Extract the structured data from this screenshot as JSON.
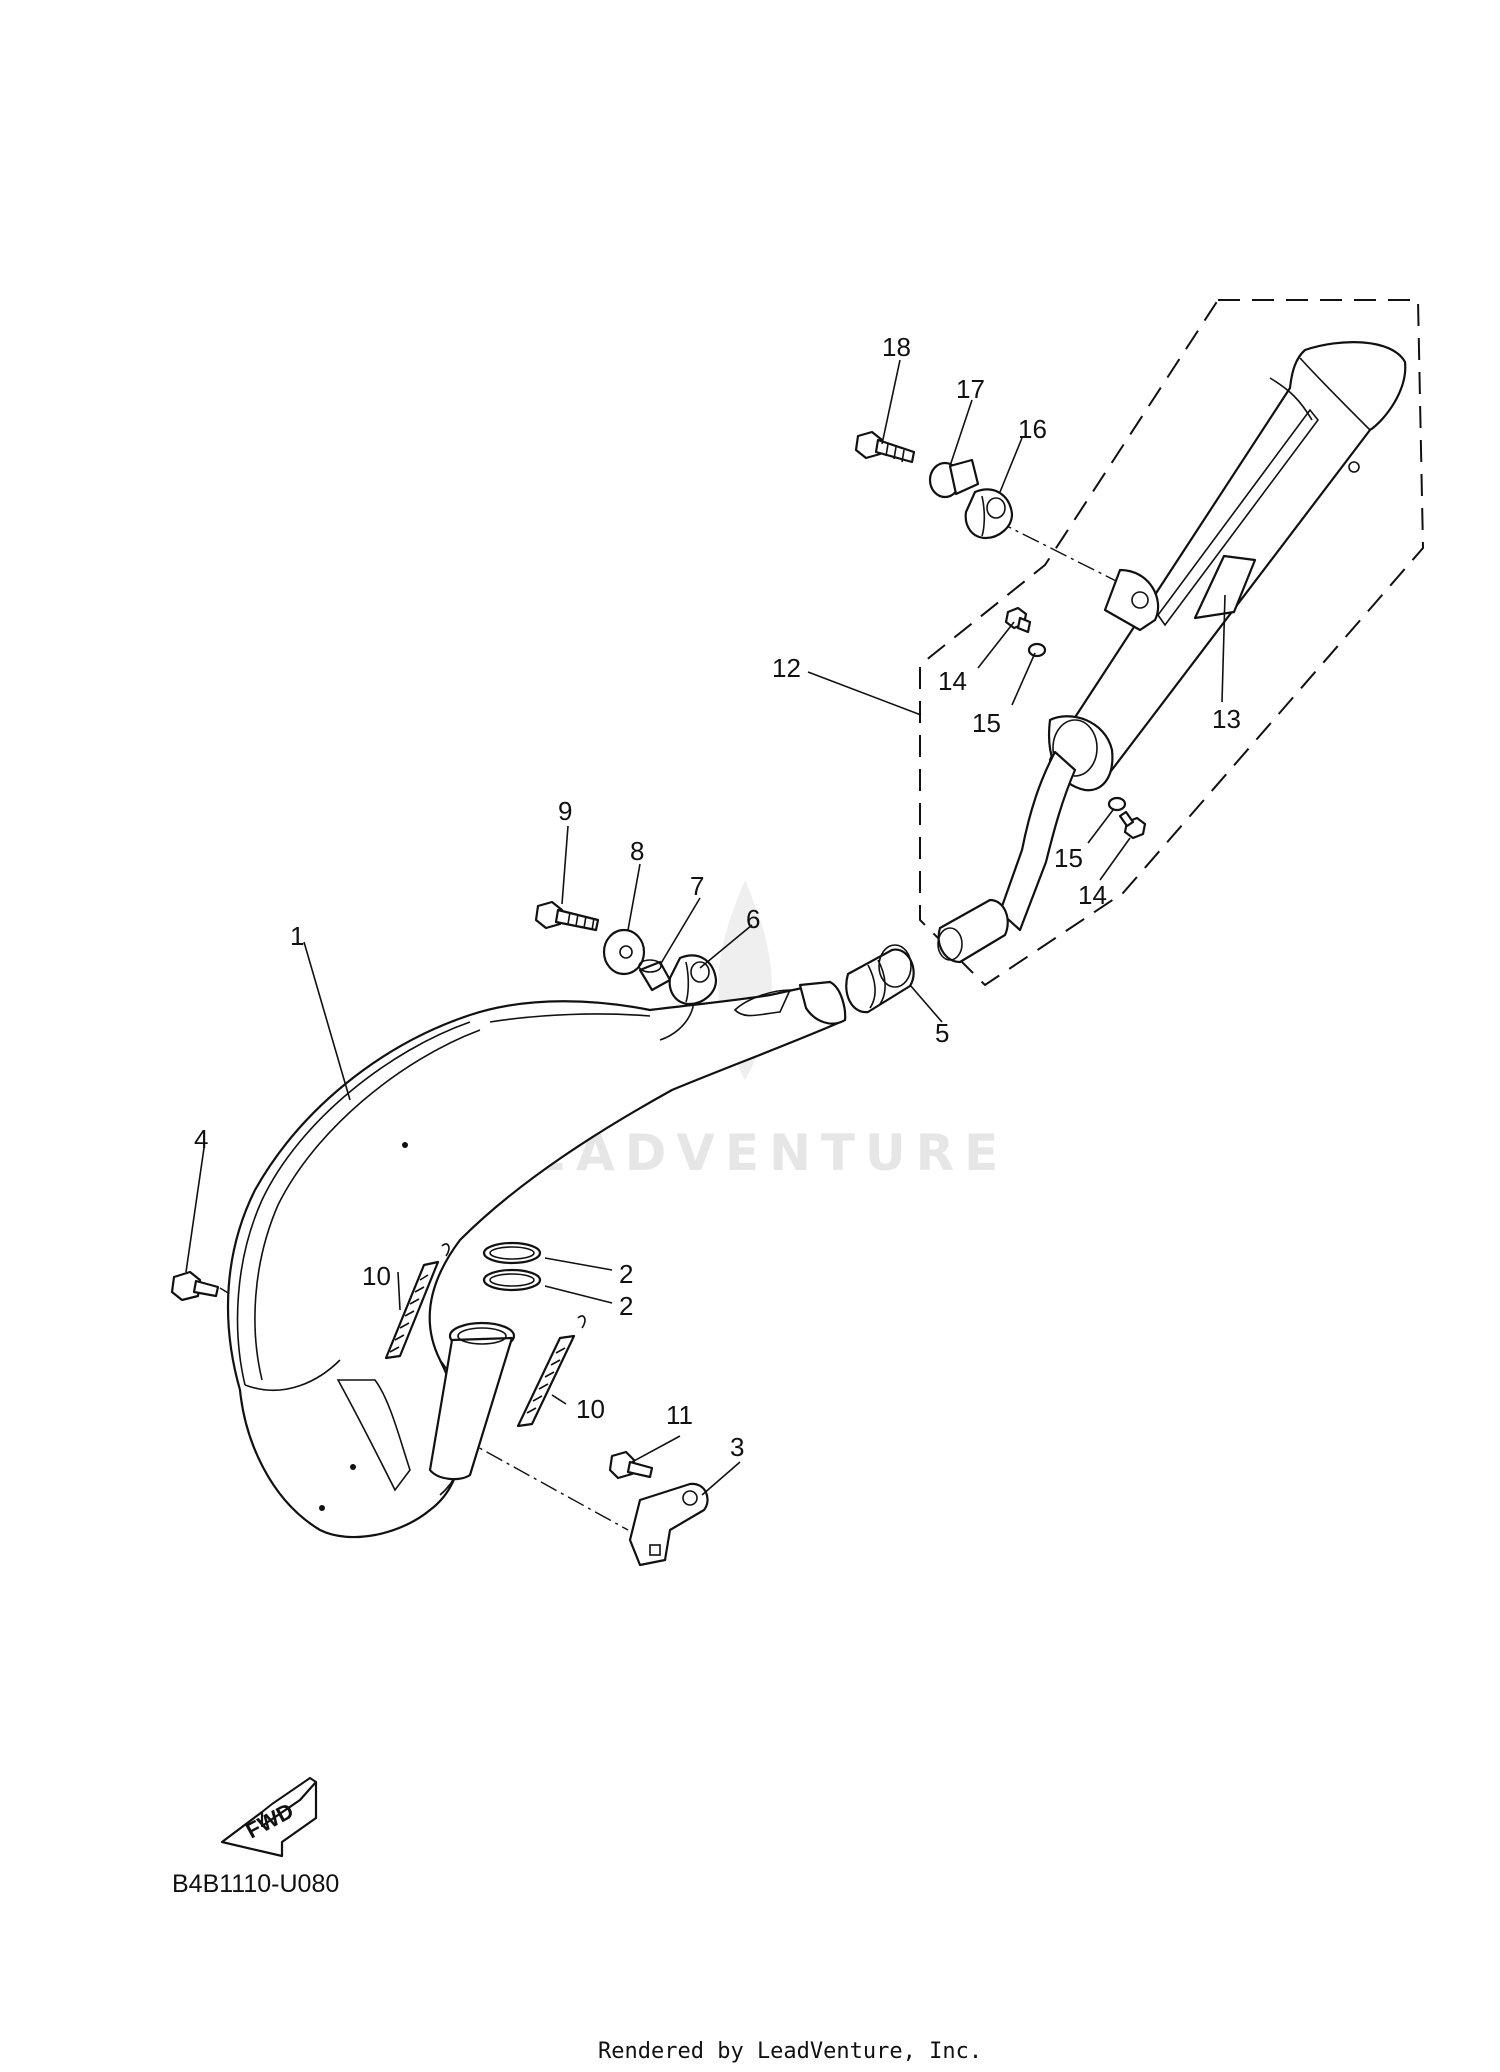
{
  "watermark": "LEADVENTURE",
  "diagram_code": "B4B1110-U080",
  "rendered_by": "Rendered by LeadVenture, Inc.",
  "fwd_label": "FWD",
  "callouts": {
    "c1": "1",
    "c2a": "2",
    "c2b": "2",
    "c3": "3",
    "c4": "4",
    "c5": "5",
    "c6": "6",
    "c7": "7",
    "c8": "8",
    "c9": "9",
    "c10a": "10",
    "c10b": "10",
    "c11": "11",
    "c12": "12",
    "c13": "13",
    "c14a": "14",
    "c14b": "14",
    "c15a": "15",
    "c15b": "15",
    "c16": "16",
    "c17": "17",
    "c18": "18"
  }
}
